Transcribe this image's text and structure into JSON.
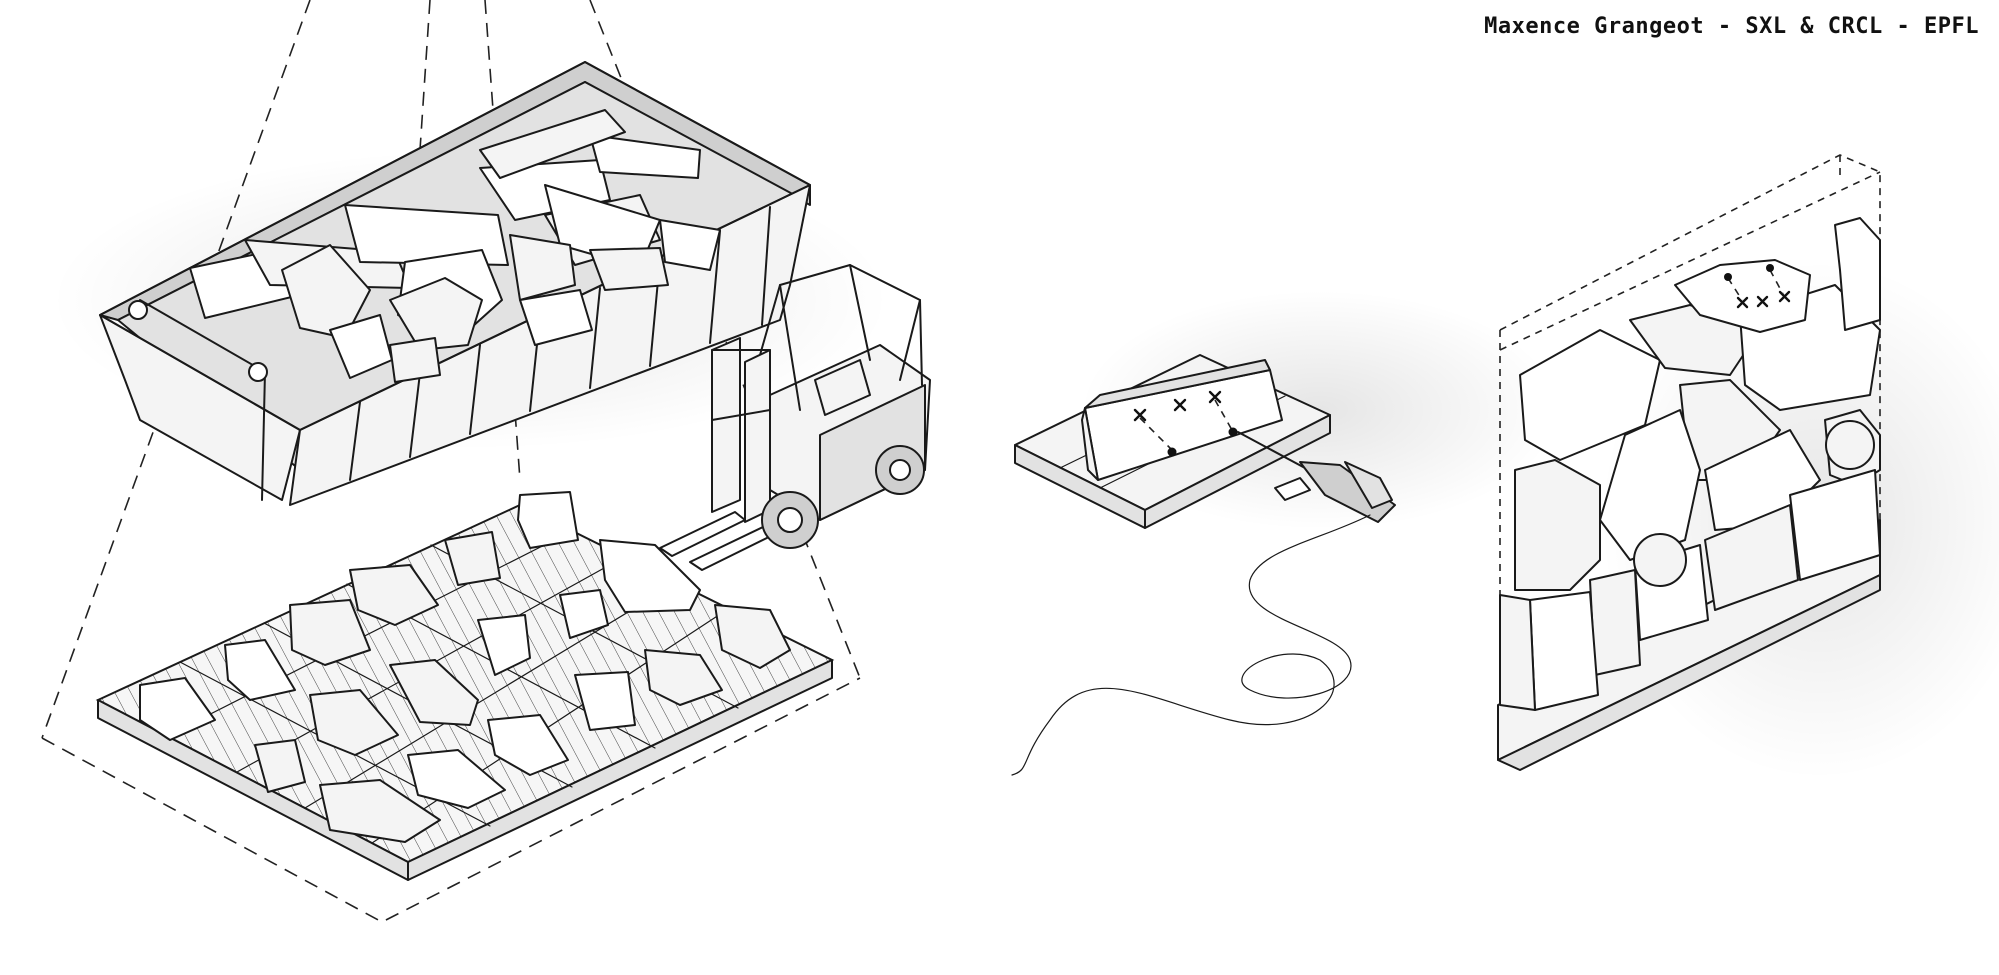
{
  "credit": "Maxence Grangeot - SXL & CRCL - EPFL",
  "icons": [
    "skip-container",
    "forklift",
    "pallet-grid",
    "stone",
    "core-drill",
    "stone-wall"
  ],
  "colors": {
    "line": "#1a1a1a",
    "fill_light": "#f4f4f4",
    "fill_mid": "#e2e2e2",
    "fill_dark": "#cfcfcf",
    "background": "#ffffff"
  }
}
